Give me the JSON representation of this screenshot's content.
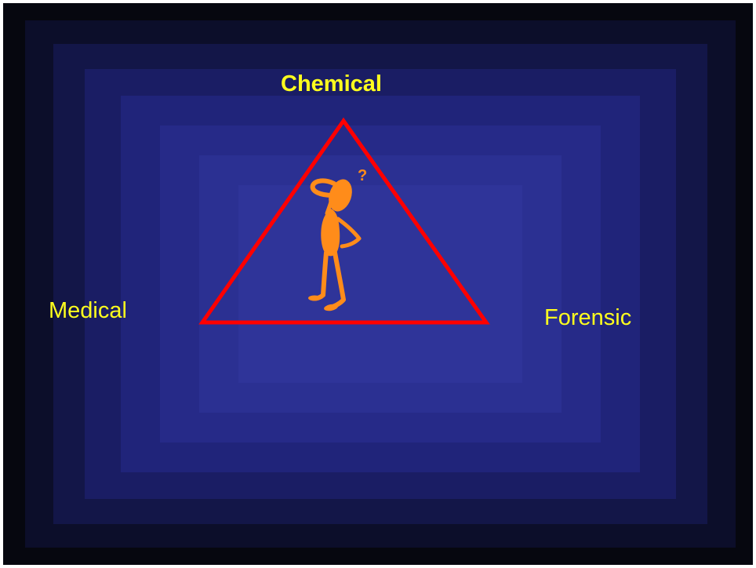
{
  "labels": {
    "top": "Chemical",
    "left": "Medical",
    "right": "Forensic"
  },
  "figure": {
    "icon": "confused-person-icon",
    "question_mark": "?"
  },
  "colors": {
    "label_text": "#ffff1e",
    "triangle_stroke": "#ff0000",
    "figure_fill": "#ff8c1a",
    "background_center": "#31379e",
    "background_edge": "#06070f"
  }
}
